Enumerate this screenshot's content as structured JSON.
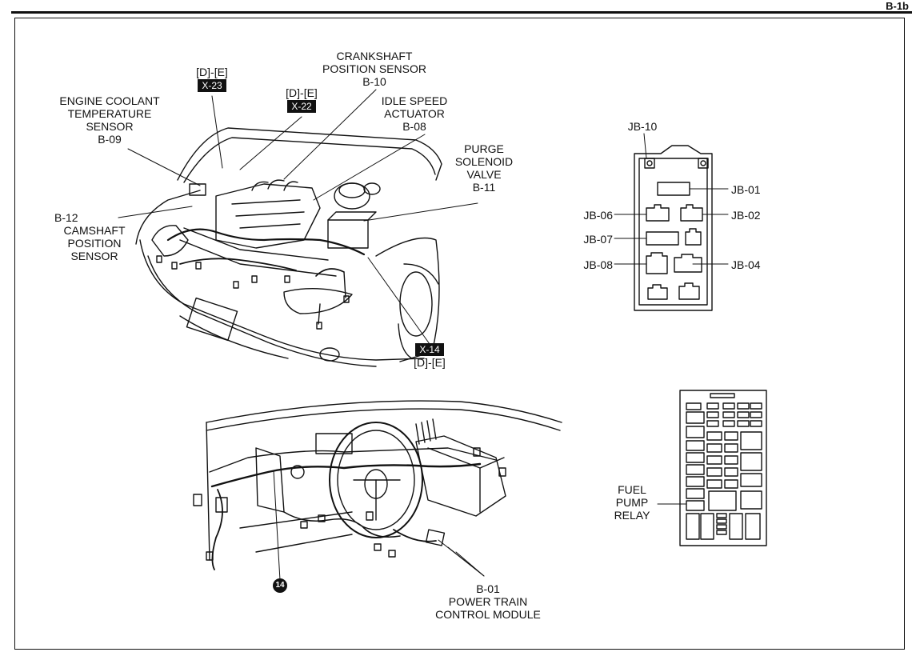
{
  "page_code": "B-1b",
  "engine_bay": {
    "engine_coolant_temp_sensor": [
      "ENGINE COOLANT",
      "TEMPERATURE",
      "SENSOR",
      "B-09"
    ],
    "camshaft_position_sensor": [
      "B-12",
      "CAMSHAFT",
      "POSITION",
      "SENSOR"
    ],
    "connector_x23": {
      "range": "[D]-[E]",
      "tag": "X-23"
    },
    "connector_x22": {
      "range": "[D]-[E]",
      "tag": "X-22"
    },
    "crankshaft_position_sensor": [
      "CRANKSHAFT",
      "POSITION SENSOR",
      "B-10"
    ],
    "idle_speed_actuator": [
      "IDLE SPEED",
      "ACTUATOR",
      "B-08"
    ],
    "purge_solenoid_valve": [
      "PURGE",
      "SOLENOID",
      "VALVE",
      "B-11"
    ],
    "connector_x14": {
      "tag": "X-14",
      "range": "[D]-[E]"
    }
  },
  "junction_box": {
    "top": "JB-10",
    "jb01": "JB-01",
    "jb02": "JB-02",
    "jb04": "JB-04",
    "jb06": "JB-06",
    "jb07": "JB-07",
    "jb08": "JB-08"
  },
  "relay_box": {
    "fuel_pump_relay": [
      "FUEL",
      "PUMP",
      "RELAY"
    ]
  },
  "dashboard": {
    "ground_marker": "14",
    "pcm": [
      "B-01",
      "POWER TRAIN",
      "CONTROL MODULE"
    ]
  }
}
